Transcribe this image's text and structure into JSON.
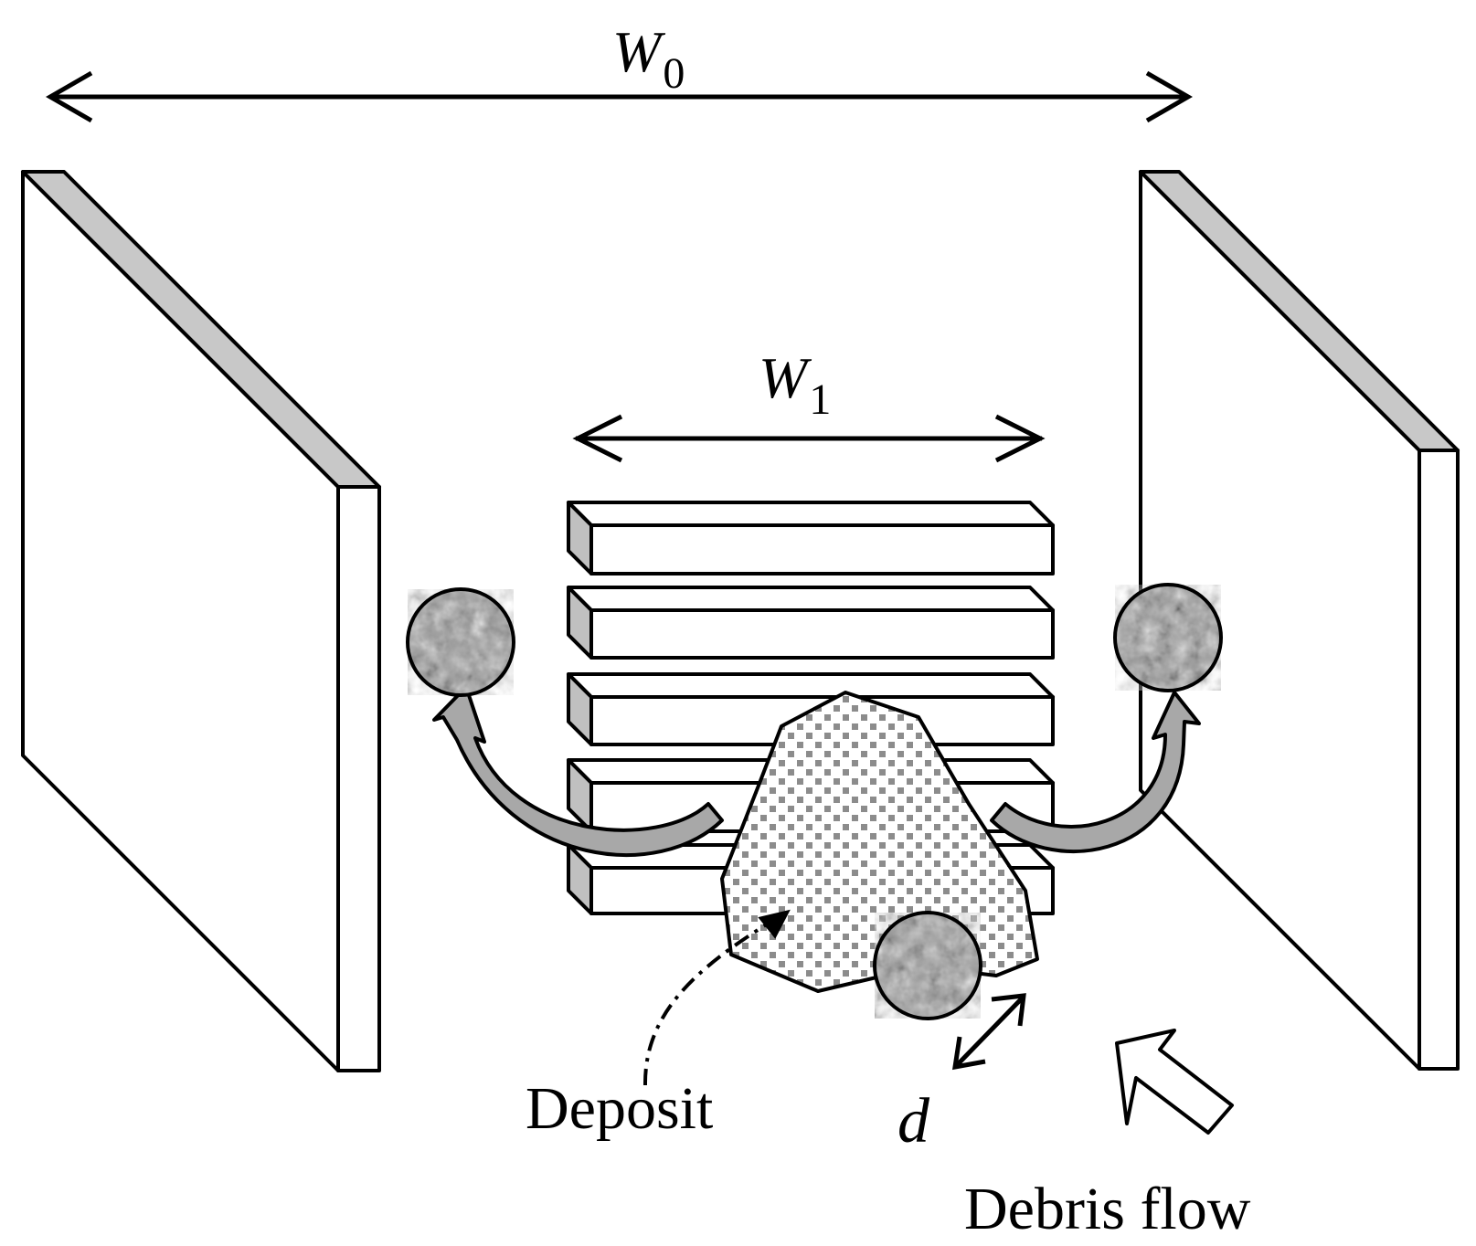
{
  "labels": {
    "w0_main": "W",
    "w0_sub": "0",
    "w1_main": "W",
    "w1_sub": "1",
    "deposit": "Deposit",
    "d": "d",
    "debris_flow": "Debris flow"
  },
  "colors": {
    "stroke": "#000000",
    "face": "#ffffff",
    "wall_edge": "#c8c8c8",
    "beam_end": "#c0c0c0",
    "deposit_dot": "#8c8c8c",
    "curved_arrow": "#a8a8a8",
    "boulder_base": "#9a9a9a"
  }
}
